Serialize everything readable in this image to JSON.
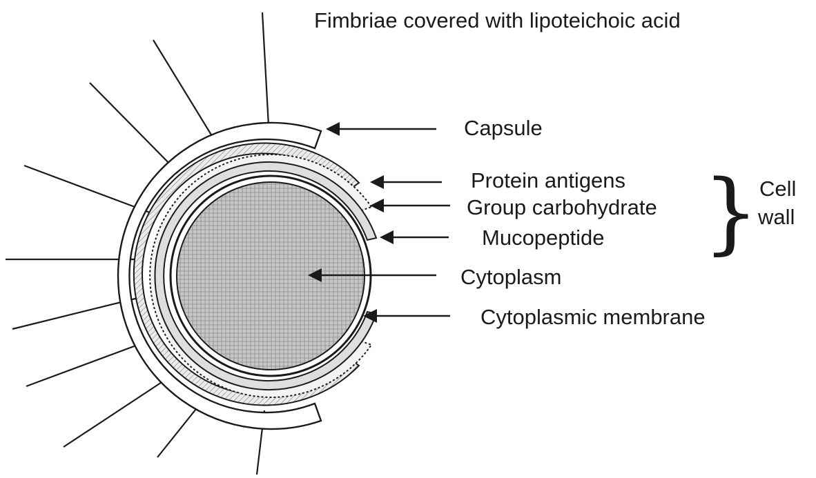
{
  "title": "Fimbriae covered with lipoteichoic acid",
  "labels": {
    "capsule": "Capsule",
    "protein_antigens": "Protein antigens",
    "group_carbohydrate": "Group carbohydrate",
    "mucopeptide": "Mucopeptide",
    "cytoplasm": "Cytoplasm",
    "cytoplasmic_membrane": "Cytoplasmic membrane",
    "cell_wall_line1": "Cell",
    "cell_wall_line2": "wall",
    "brace_glyph": "}"
  },
  "colors": {
    "ink": "#1a1a1a",
    "background": "#ffffff",
    "cytoplasm_fill": "#bdbdbd",
    "wall_fill": "#e6e6e6"
  }
}
